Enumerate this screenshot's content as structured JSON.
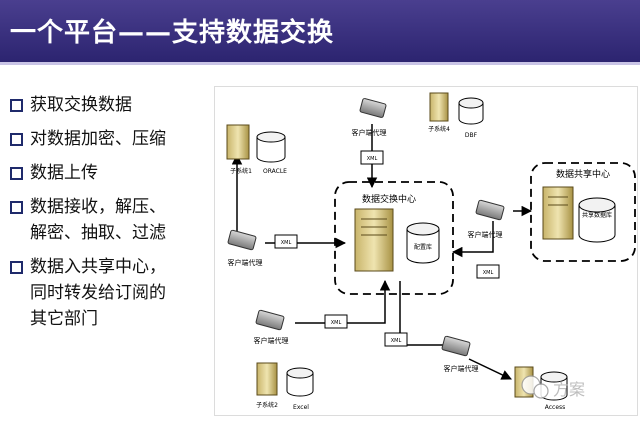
{
  "header": {
    "title": "一个平台——支持数据交换"
  },
  "bullets": [
    {
      "lines": [
        "获取交换数据"
      ]
    },
    {
      "lines": [
        "对数据加密、压缩"
      ]
    },
    {
      "lines": [
        "数据上传"
      ]
    },
    {
      "lines": [
        "数据接收，解压、",
        "解密、抽取、过滤"
      ]
    },
    {
      "lines": [
        "数据入共享中心，",
        "同时转发给订阅的",
        "其它部门"
      ]
    }
  ],
  "diagram": {
    "center_title": "数据交换中心",
    "center_db": "配置库",
    "share_title": "数据共享中心",
    "share_db": "共享数据库",
    "agent_label": "客户端代理",
    "xml_label": "XML",
    "subsys1": "子系统1",
    "oracle": "ORACLE",
    "subsys4": "子系统4",
    "dbf": "DBF",
    "subsys2": "子系统2",
    "excel": "Excel",
    "access": "Access",
    "watermark": "方案"
  },
  "colors": {
    "header_bg": "#2c2470",
    "bullet_box": "#1f2a6b"
  }
}
